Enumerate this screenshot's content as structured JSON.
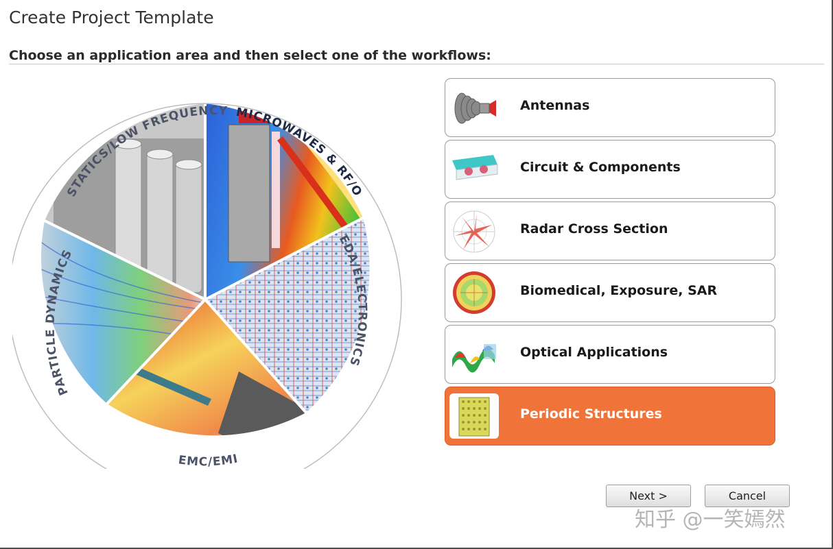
{
  "window": {
    "title": "Create Project Template",
    "subtitle": "Choose an application area and then select one of the workflows:"
  },
  "wheel": {
    "segments": [
      "STATICS/LOW FREQUENCY",
      "MICROWAVES & RF/OPTICAL",
      "EDA/ELECTRONICS",
      "EMC/EMI",
      "PARTICLE DYNAMICS"
    ]
  },
  "workflows": [
    {
      "label": "Antennas",
      "icon": "antenna-icon",
      "selected": false
    },
    {
      "label": "Circuit & Components",
      "icon": "circuit-icon",
      "selected": false
    },
    {
      "label": "Radar Cross Section",
      "icon": "radar-pattern-icon",
      "selected": false
    },
    {
      "label": "Biomedical, Exposure, SAR",
      "icon": "biomedical-icon",
      "selected": false
    },
    {
      "label": "Optical Applications",
      "icon": "optical-wave-icon",
      "selected": false
    },
    {
      "label": "Periodic Structures",
      "icon": "periodic-grid-icon",
      "selected": true
    }
  ],
  "buttons": {
    "next": "Next >",
    "cancel": "Cancel"
  },
  "watermark": "知乎 @一笑嫣然",
  "colors": {
    "selected": "#f0743a",
    "border": "#9a9a9a"
  }
}
